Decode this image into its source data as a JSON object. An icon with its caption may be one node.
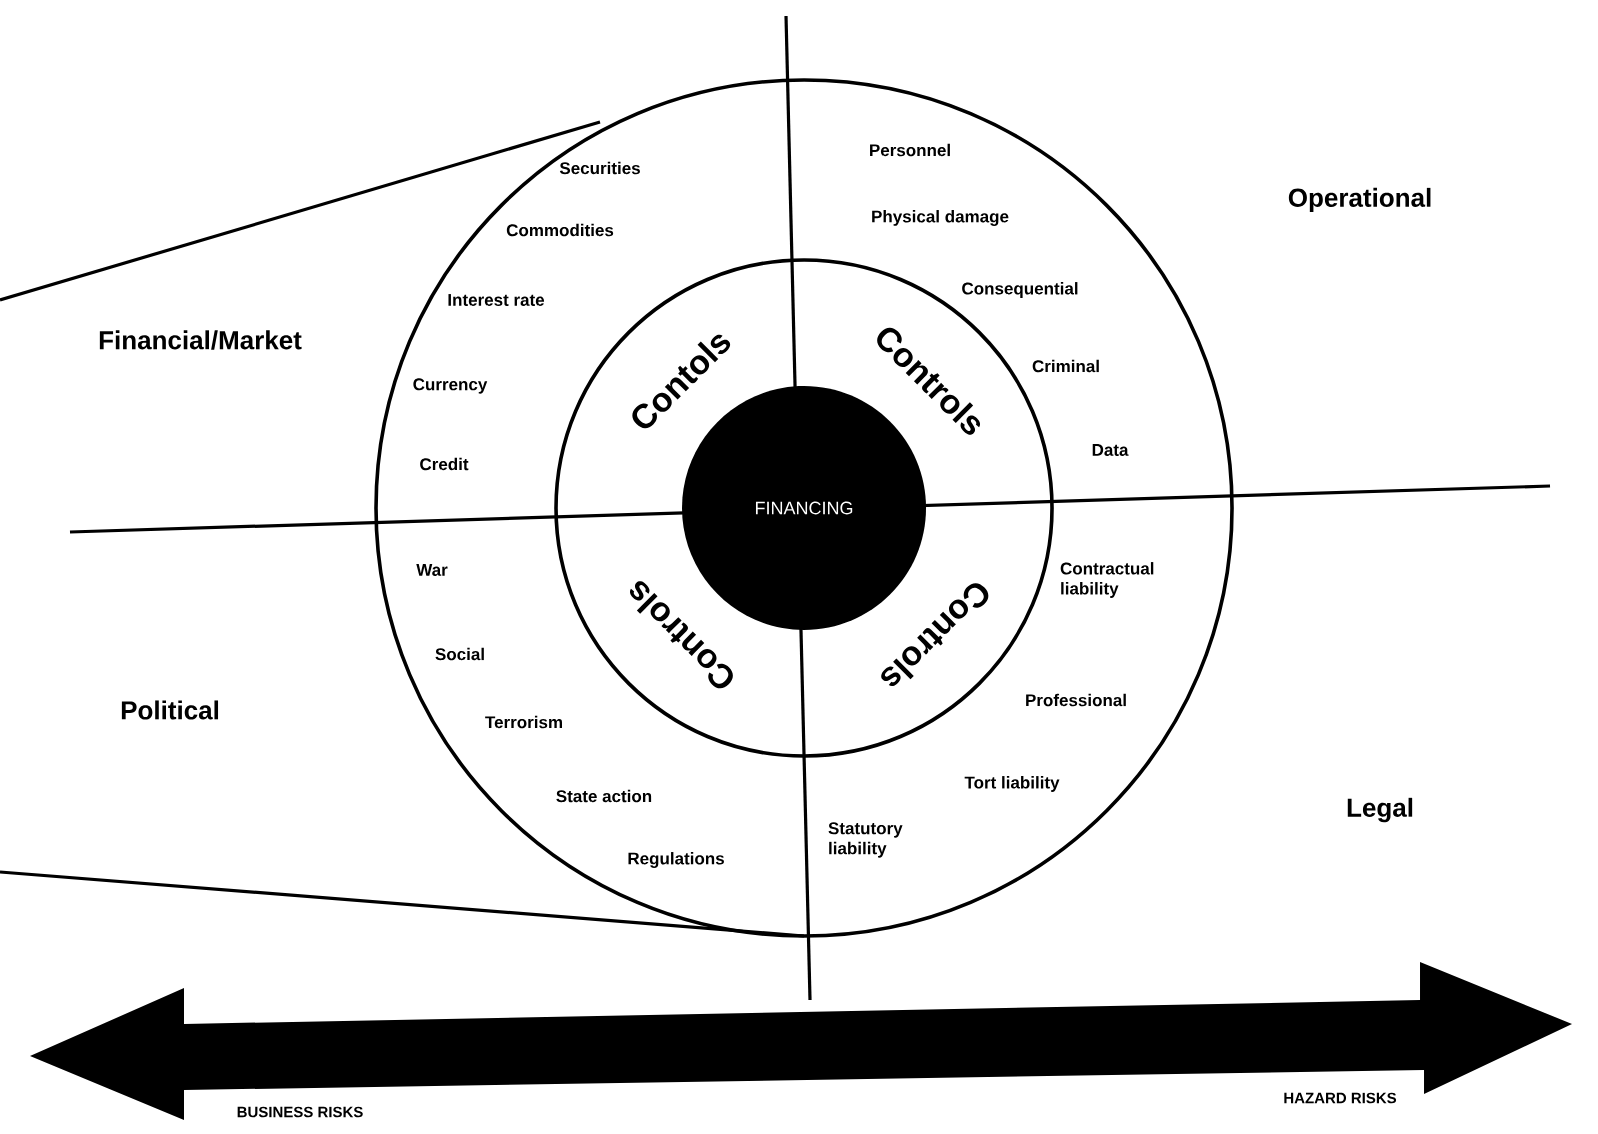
{
  "diagram": {
    "nodes": [
      {
        "text": [
          "FINANCING"
        ]
      }
    ],
    "labels": [
      "Financial/Market",
      "Securities",
      "Commodities",
      "Interest rate",
      "Currency",
      "Credit",
      "Operational",
      "Personnel",
      "Physical damage",
      "Consequential",
      "Criminal",
      "Data",
      "Contols",
      "Controls",
      "Controls",
      "Controls",
      "Political",
      "War",
      "Social",
      "Terrorism",
      "State action",
      "Regulations",
      "Legal",
      "Contractual liability",
      "Professional",
      "Tort liability",
      "Statutory liability",
      "BUSINESS RISKS",
      "HAZARD RISKS"
    ]
  }
}
